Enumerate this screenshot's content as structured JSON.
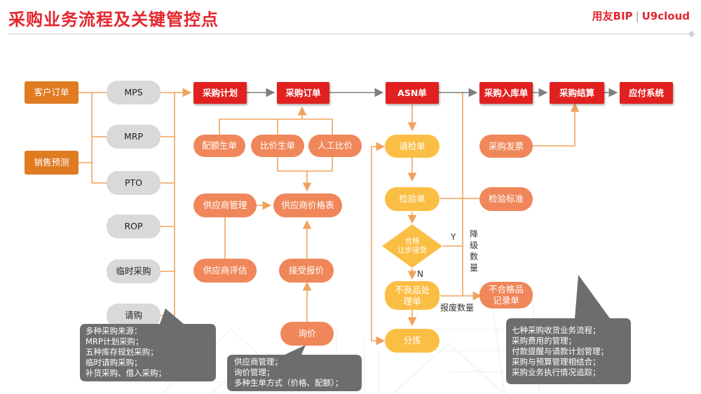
{
  "header": {
    "title": "采购业务流程及关键管控点",
    "brand_main": "用友BIP",
    "brand_sep": "|",
    "brand_sub": "U9cloud"
  },
  "nodes": {
    "customer_order": "客户订单",
    "sales_forecast": "销售预测",
    "mps": "MPS",
    "mrp": "MRP",
    "pto": "PTO",
    "rop": "ROP",
    "temp_purchase": "临时采购",
    "requisition": "请购",
    "purchase_plan": "采购计划",
    "purchase_order": "采购订单",
    "asn": "ASN单",
    "purchase_receipt": "采购入库单",
    "purchase_settlement": "采购结算",
    "ap_system": "应付系统",
    "quota_gen": "配额生单",
    "price_compare_gen": "比价生单",
    "manual_compare": "人工比价",
    "supplier_mgmt": "供应商管理",
    "supplier_price_list": "供应商价格表",
    "supplier_eval": "供应商评估",
    "accept_quote": "接受报价",
    "inquiry": "询价",
    "inspection_request": "请检单",
    "inspection_doc": "检验单",
    "qualified_line1": "合格",
    "qualified_line2": "让步接受",
    "defective_line1": "不良品处",
    "defective_line2": "理单",
    "sorting": "分拣",
    "purchase_invoice": "采购发票",
    "inspection_std": "检验标准",
    "nonconforming_line1": "不合格品",
    "nonconforming_line2": "记录单"
  },
  "labels": {
    "yes": "Y",
    "no": "N",
    "downgrade_qty": "降级数量",
    "scrap_qty": "报废数量"
  },
  "callouts": {
    "left": [
      "多种采购来源：",
      "MRP计划采购；",
      "五种库存规划采购；",
      "临时请购采购；",
      "补货采购、借入采购；"
    ],
    "middle": [
      "供应商管理；",
      "询价管理；",
      "多种生单方式（价格、配额）；"
    ],
    "right": [
      "七种采购收货业务流程；",
      "采购费用的管理；",
      "付款提醒与请款计划管理；",
      "采购与预算管理相结合；",
      "采购业务执行情况追踪；"
    ]
  },
  "colors": {
    "title": "#e3262d",
    "red_node": "#e1211f",
    "orange_node": "#e07b22",
    "coral_node": "#f0875a",
    "yellow_node": "#fbbe44",
    "gray_node": "#d9d9d9",
    "callout": "#6d6d6d",
    "connector_orange": "#f0a35e",
    "connector_gray": "#7f7f7f"
  }
}
